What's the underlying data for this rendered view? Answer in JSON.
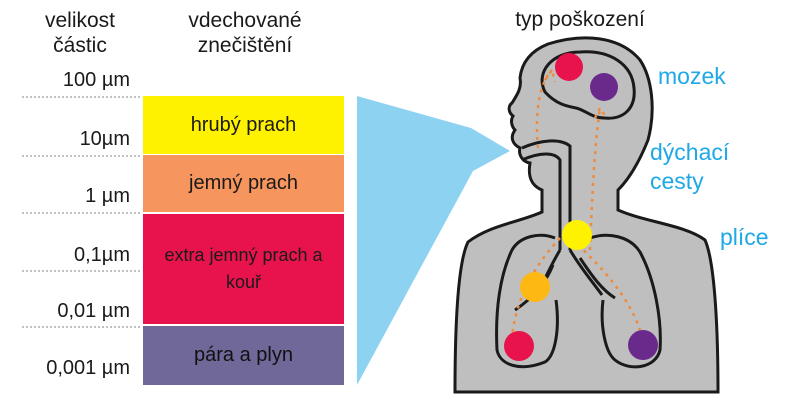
{
  "headers": {
    "particle_size": [
      "velikost",
      "částic"
    ],
    "pollution": [
      "vdechované",
      "znečištění"
    ],
    "damage": "typ poškození"
  },
  "ticks": [
    "100 µm",
    "10µm",
    "1 µm",
    "0,1µm",
    "0,01 µm",
    "0,001 µm"
  ],
  "bands": [
    {
      "label": "hrubý prach",
      "color": "#fff200"
    },
    {
      "label": "jemný prach",
      "color": "#f6955d"
    },
    {
      "label": "extra jemný prach a kouř",
      "color": "#e8134c"
    },
    {
      "label": "pára a plyn",
      "color": "#6f6898"
    }
  ],
  "regions": {
    "brain": "mozek",
    "airways": [
      "dýchací",
      "cesty"
    ],
    "lungs": "plíce"
  },
  "colors": {
    "arrow": "#8ed2f2",
    "body": "#bfbfbf",
    "outline": "#1a1a1a",
    "path": "#f08a3a",
    "region_text": "#1ea8e6"
  }
}
